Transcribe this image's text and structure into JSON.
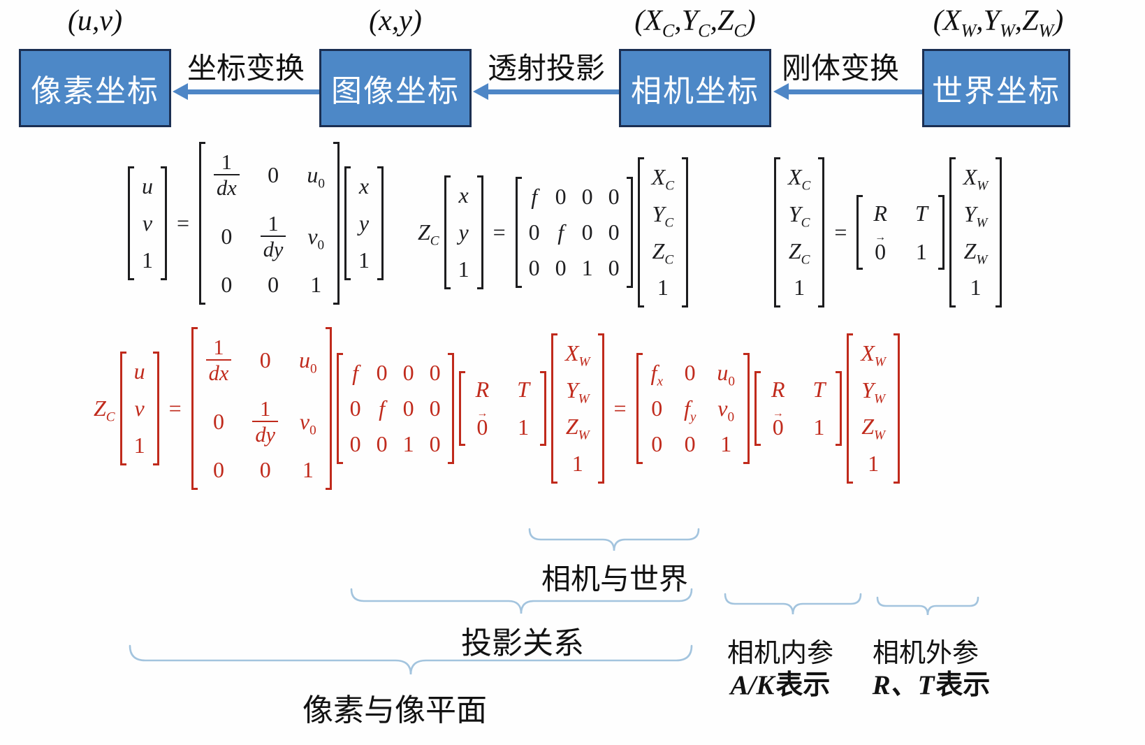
{
  "title": "相机成像坐标系变换示意图",
  "colors": {
    "box_fill": "#4d88c7",
    "box_border": "#1b2f52",
    "arrow": "#4e86c6",
    "formula_black": "#1d1d1f",
    "formula_red": "#c02a1c",
    "brace": "#a3c4de"
  },
  "symbols": {
    "vec_arrow": "→"
  },
  "flow": {
    "boxes": [
      {
        "label": "像素坐标",
        "coords": "(u,v)"
      },
      {
        "label": "图像坐标",
        "coords": "(x,y)"
      },
      {
        "label": "相机坐标",
        "coords": "(X_C,Y_C,Z_C)"
      },
      {
        "label": "世界坐标",
        "coords": "(X_W,Y_W,Z_W)"
      }
    ],
    "arrows": [
      {
        "label": "坐标变换"
      },
      {
        "label": "透射投影"
      },
      {
        "label": "刚体变换"
      }
    ]
  },
  "equations": {
    "eq_pixel_image": [
      {
        "t": "vec",
        "cells": [
          "u",
          "v",
          "1"
        ]
      },
      {
        "t": "op",
        "v": "="
      },
      {
        "t": "mat",
        "rows": [
          [
            "1/dx",
            "0",
            "u_0"
          ],
          [
            "0",
            "1/dy",
            "v_0"
          ],
          [
            "0",
            "0",
            "1"
          ]
        ]
      },
      {
        "t": "vec",
        "cells": [
          "x",
          "y",
          "1"
        ]
      }
    ],
    "eq_image_camera": [
      {
        "t": "sym",
        "v": "Z_C"
      },
      {
        "t": "vec",
        "cells": [
          "x",
          "y",
          "1"
        ]
      },
      {
        "t": "op",
        "v": "="
      },
      {
        "t": "mat",
        "rows": [
          [
            "f",
            "0",
            "0",
            "0"
          ],
          [
            "0",
            "f",
            "0",
            "0"
          ],
          [
            "0",
            "0",
            "1",
            "0"
          ]
        ]
      },
      {
        "t": "vec",
        "cells": [
          "X_C",
          "Y_C",
          "Z_C",
          "1"
        ]
      }
    ],
    "eq_camera_world": [
      {
        "t": "vec",
        "cells": [
          "X_C",
          "Y_C",
          "Z_C",
          "1"
        ]
      },
      {
        "t": "op",
        "v": "="
      },
      {
        "t": "mat",
        "rows": [
          [
            "R",
            "T"
          ],
          [
            "0vec",
            "1"
          ]
        ]
      },
      {
        "t": "vec",
        "cells": [
          "X_W",
          "Y_W",
          "Z_W",
          "1"
        ]
      }
    ],
    "eq_combined": [
      {
        "t": "sym",
        "v": "Z_C"
      },
      {
        "t": "vec",
        "cells": [
          "u",
          "v",
          "1"
        ]
      },
      {
        "t": "op",
        "v": "="
      },
      {
        "t": "mat",
        "rows": [
          [
            "1/dx",
            "0",
            "u_0"
          ],
          [
            "0",
            "1/dy",
            "v_0"
          ],
          [
            "0",
            "0",
            "1"
          ]
        ]
      },
      {
        "t": "mat",
        "rows": [
          [
            "f",
            "0",
            "0",
            "0"
          ],
          [
            "0",
            "f",
            "0",
            "0"
          ],
          [
            "0",
            "0",
            "1",
            "0"
          ]
        ]
      },
      {
        "t": "mat",
        "rows": [
          [
            "R",
            "T"
          ],
          [
            "0vec",
            "1"
          ]
        ]
      },
      {
        "t": "vec",
        "cells": [
          "X_W",
          "Y_W",
          "Z_W",
          "1"
        ]
      },
      {
        "t": "op",
        "v": "="
      },
      {
        "t": "mat",
        "rows": [
          [
            "f_x",
            "0",
            "u_0"
          ],
          [
            "0",
            "f_y",
            "v_0"
          ],
          [
            "0",
            "0",
            "1"
          ]
        ]
      },
      {
        "t": "mat",
        "rows": [
          [
            "R",
            "T"
          ],
          [
            "0vec",
            "1"
          ]
        ]
      },
      {
        "t": "vec",
        "cells": [
          "X_W",
          "Y_W",
          "Z_W",
          "1"
        ]
      }
    ]
  },
  "annotations": {
    "camera_world": "相机与世界",
    "projection": "投影关系",
    "pixel_plane": "像素与像平面",
    "intrinsic_title": "相机内参",
    "intrinsic_em": "A/K",
    "intrinsic_rest": "表示",
    "extrinsic_title": "相机外参",
    "extrinsic_em": "R、T",
    "extrinsic_rest": "表示"
  }
}
